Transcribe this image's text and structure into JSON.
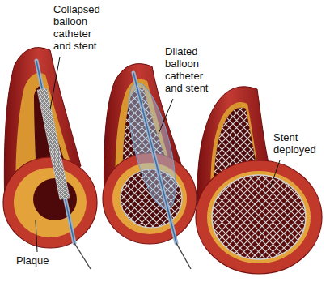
{
  "diagram": {
    "labels": [
      "Collapsed balloon catheter and stent",
      "Dilated balloon catheter and stent",
      "Stent deployed",
      "Plaque"
    ]
  }
}
